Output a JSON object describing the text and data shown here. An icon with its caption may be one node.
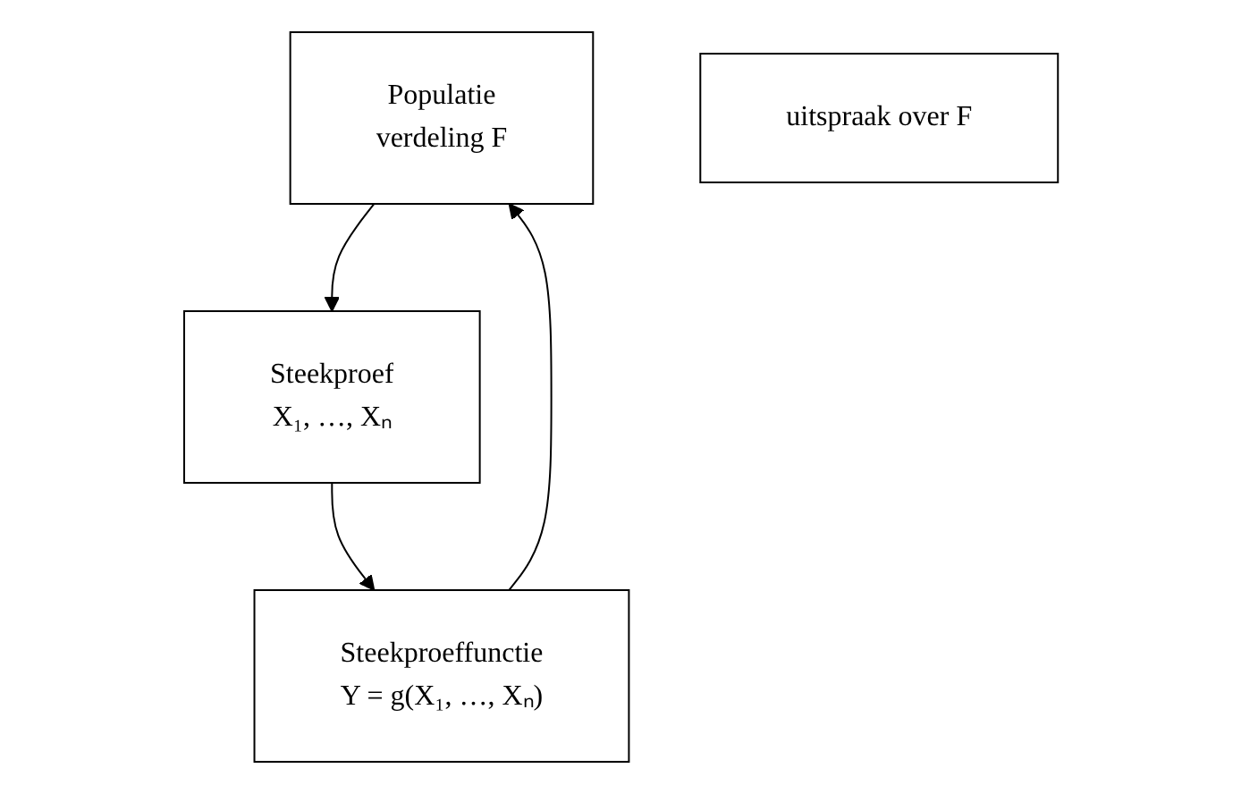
{
  "diagram": {
    "nodes": [
      {
        "text": [
          "Populatie",
          "verdeling F"
        ]
      },
      {
        "text": [
          "uitspraak over F"
        ]
      },
      {
        "text": [
          "Steekproef",
          "X₁, …, Xₙ"
        ]
      },
      {
        "text": [
          "Steekproeffunctie",
          "Y = g(X₁, …, Xₙ)"
        ]
      }
    ],
    "edges": [
      {
        "from": 0,
        "to": 2,
        "arrow": "to"
      },
      {
        "from": 2,
        "to": 3,
        "arrow": "to"
      },
      {
        "from": 3,
        "to": 0,
        "arrow": "to"
      }
    ]
  }
}
